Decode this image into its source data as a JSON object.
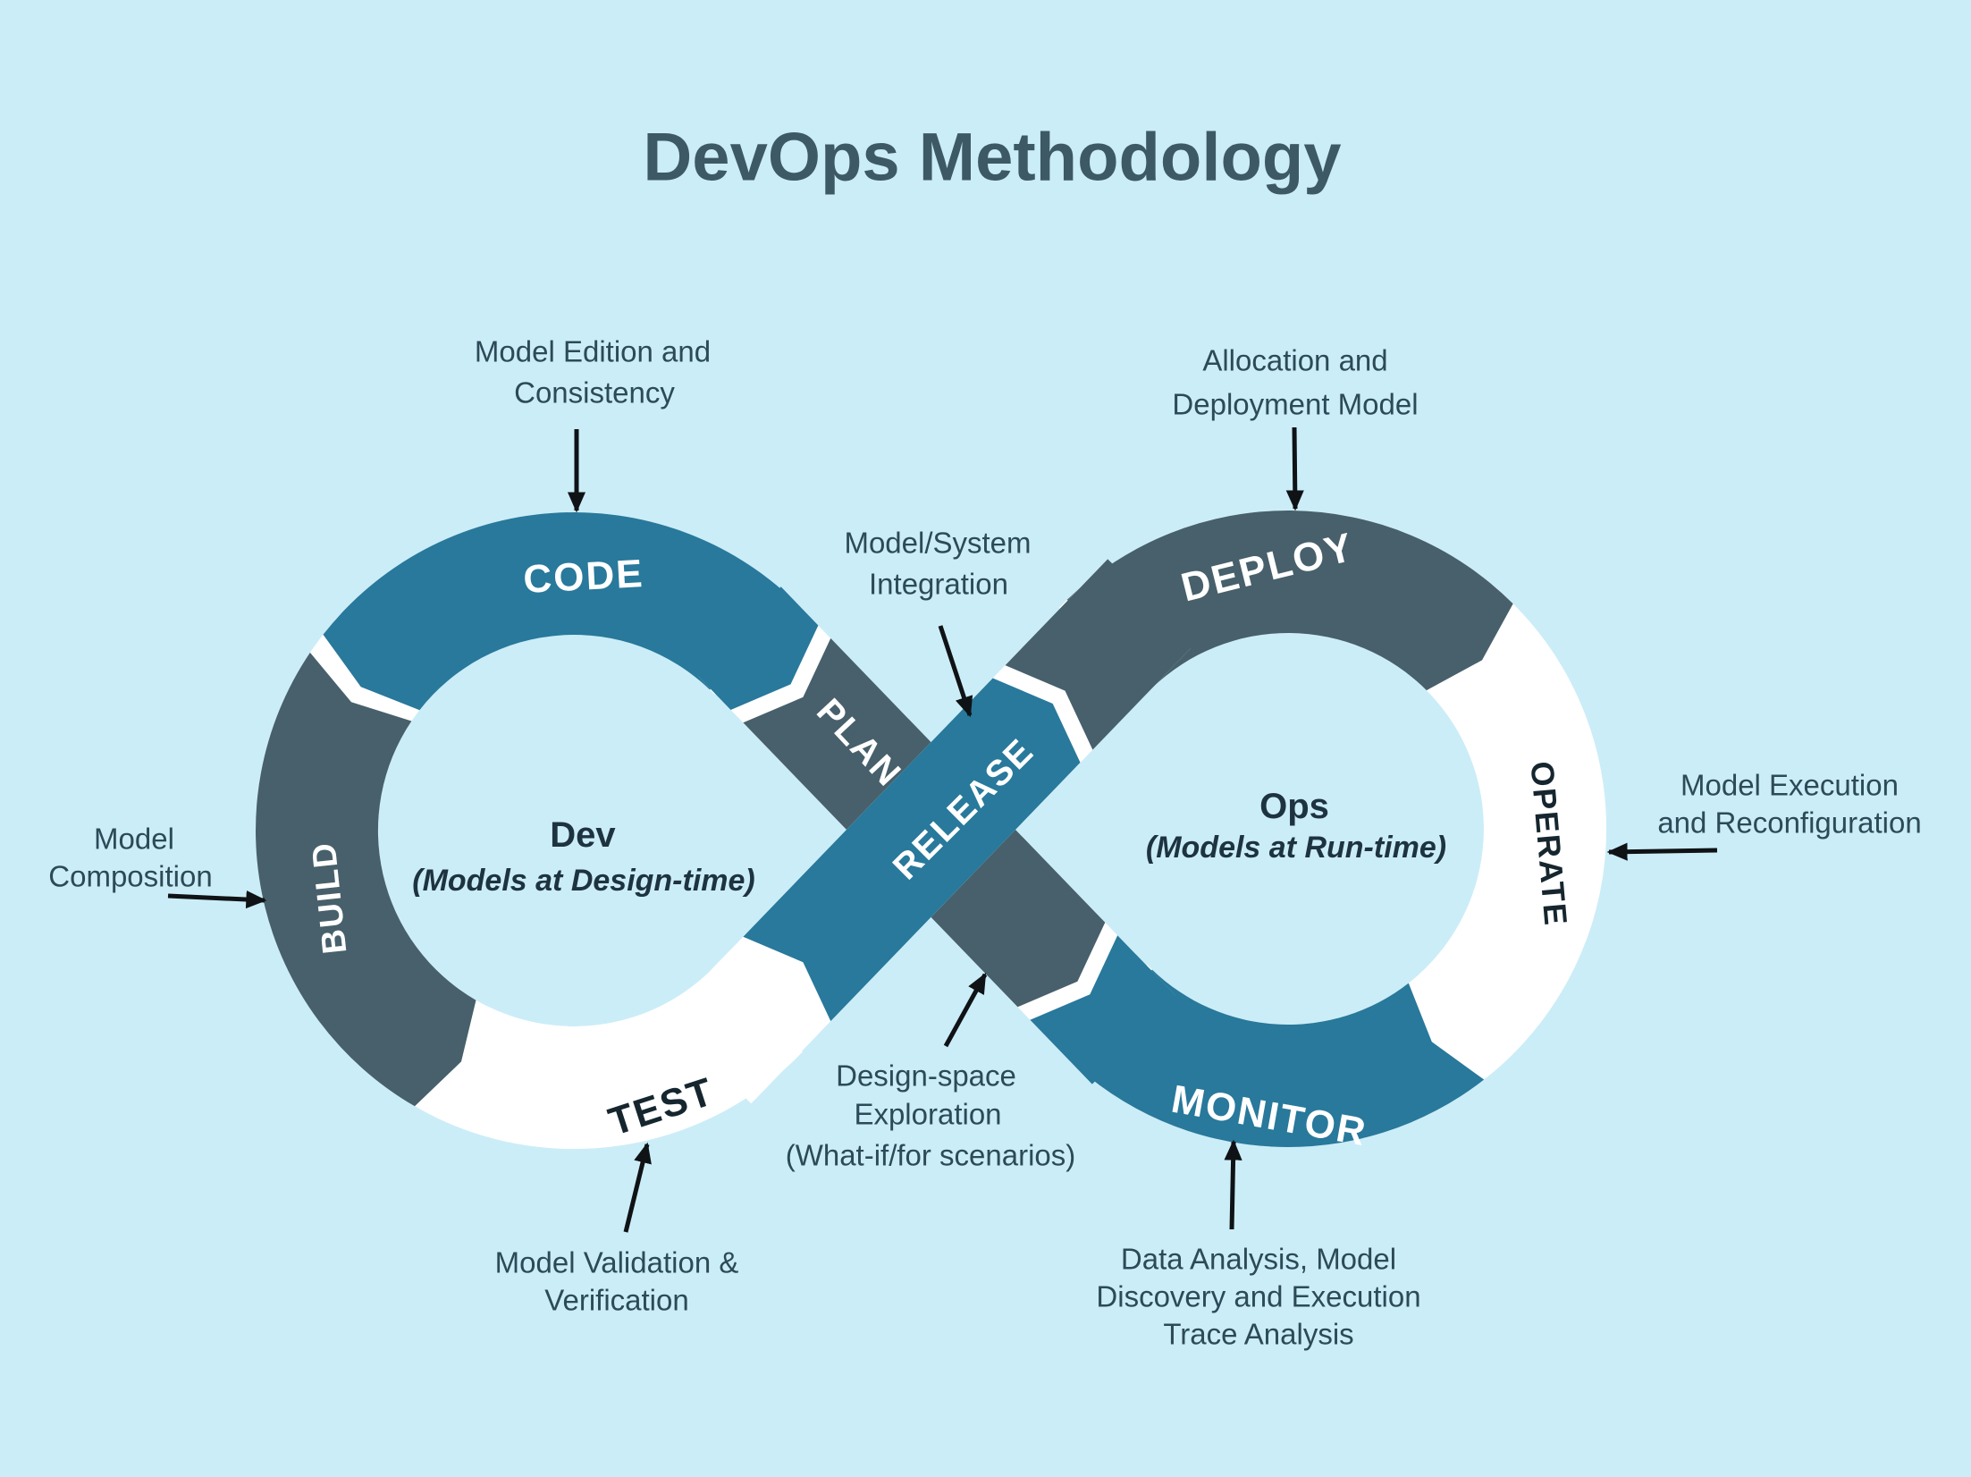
{
  "title": "DevOps Methodology",
  "colors": {
    "background": "#cbedf8",
    "teal": "#28799b",
    "slate": "#47606b",
    "white": "#ffffff",
    "title_text": "#3d5965",
    "annotation_text": "#2c4a57",
    "center_text": "#1e3340",
    "dark_label_text": "#16262e",
    "arrow": "#0f1316"
  },
  "loop": {
    "segments": [
      {
        "id": "code",
        "label": "CODE"
      },
      {
        "id": "build",
        "label": "BUILD"
      },
      {
        "id": "test",
        "label": "TEST"
      },
      {
        "id": "plan",
        "label": "PLAN"
      },
      {
        "id": "release",
        "label": "RELEASE"
      },
      {
        "id": "deploy",
        "label": "DEPLOY"
      },
      {
        "id": "operate",
        "label": "OPERATE"
      },
      {
        "id": "monitor",
        "label": "MONITOR"
      }
    ],
    "dev": {
      "title": "Dev",
      "subtitle": "(Models at Design-time)"
    },
    "ops": {
      "title": "Ops",
      "subtitle": "(Models at Run-time)"
    }
  },
  "annotations": [
    {
      "id": "model-edition",
      "lines": [
        "Model Edition and",
        "Consistency"
      ]
    },
    {
      "id": "allocation",
      "lines": [
        "Allocation and",
        "Deployment Model"
      ]
    },
    {
      "id": "integration",
      "lines": [
        "Model/System",
        "Integration"
      ]
    },
    {
      "id": "composition",
      "lines": [
        "Model",
        "Composition"
      ]
    },
    {
      "id": "execution",
      "lines": [
        "Model Execution",
        "and Reconfiguration"
      ]
    },
    {
      "id": "validation",
      "lines": [
        "Model Validation &",
        "Verification"
      ]
    },
    {
      "id": "design-space",
      "lines": [
        "Design-space",
        "Exploration",
        "(What-if/for scenarios)"
      ]
    },
    {
      "id": "data-analysis",
      "lines": [
        "Data Analysis, Model",
        "Discovery and Execution",
        "Trace Analysis"
      ]
    }
  ]
}
